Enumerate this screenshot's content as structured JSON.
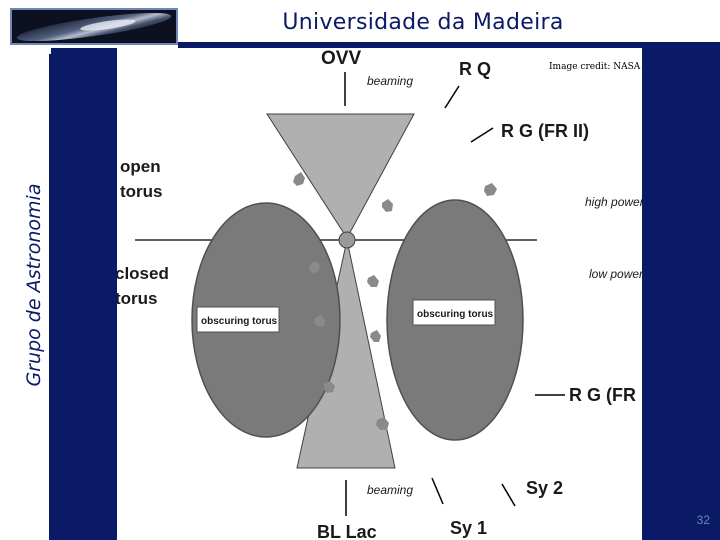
{
  "header": {
    "institution": "Universidade da Madeira"
  },
  "sidebar": {
    "group_name": "Grupo de Astronomia"
  },
  "figure": {
    "credit": "Image credit: NASA",
    "labels": {
      "ovv": "OVV",
      "rq": "R Q",
      "beaming_top": "beaming",
      "rg_frii": "R G (FR II)",
      "open_torus_1": "open",
      "open_torus_2": "torus",
      "high_power": "high power",
      "closed_torus_1": "closed",
      "closed_torus_2": "torus",
      "low_power": "low power",
      "obscuring_left": "obscuring torus",
      "obscuring_right": "obscuring torus",
      "rg_fri": "R G (FR I)",
      "sy2": "Sy 2",
      "beaming_bottom": "beaming",
      "bl_lac": "BL Lac",
      "sy1": "Sy 1"
    }
  },
  "footer": {
    "page_number": "32"
  },
  "colors": {
    "navy": "#0a1a66",
    "torus_gray": "#7a7a7a",
    "cone_gray": "#b0b0b0"
  }
}
